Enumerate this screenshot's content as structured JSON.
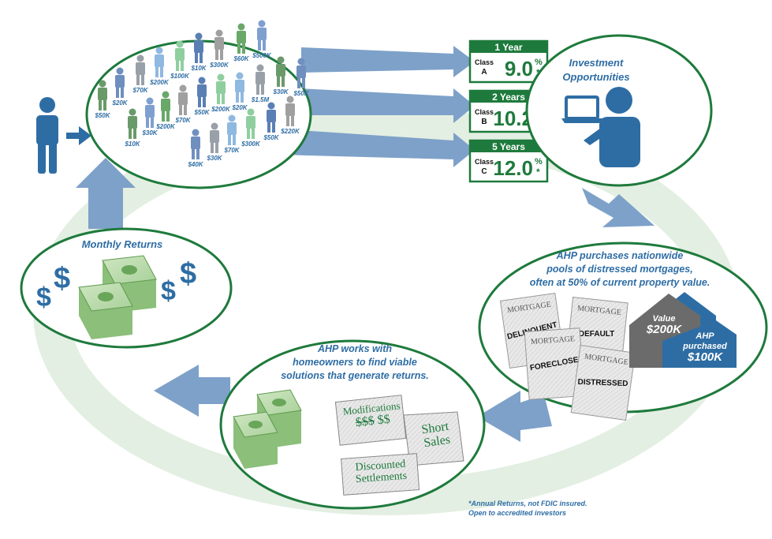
{
  "investors": {
    "amounts": [
      "$50K",
      "$20K",
      "$70K",
      "$200K",
      "$100K",
      "$10K",
      "$300K",
      "$60K",
      "$500K",
      "$30K",
      "$50K",
      "$1.5M",
      "$20K",
      "$200K",
      "$50K",
      "$70K",
      "$200K",
      "$30K",
      "$10K",
      "$40K",
      "$30K",
      "$70K",
      "$300K",
      "$50K",
      "$220K"
    ]
  },
  "classes": [
    {
      "term": "1 Year",
      "class_word": "Class",
      "letter": "A",
      "rate": "9.0",
      "unit": "%",
      "asterisk": "*"
    },
    {
      "term": "2 Years",
      "class_word": "Class",
      "letter": "B",
      "rate": "10.2",
      "unit": "%",
      "asterisk": "*"
    },
    {
      "term": "5 Years",
      "class_word": "Class",
      "letter": "C",
      "rate": "12.0",
      "unit": "%",
      "asterisk": "*"
    }
  ],
  "investment": {
    "line1": "Investment",
    "line2": "Opportunities"
  },
  "purchase": {
    "line1": "AHP purchases nationwide",
    "line2": "pools of distressed mortgages,",
    "line3": "often at 50% of current property value.",
    "docs": [
      {
        "header": "MORTGAGE",
        "stamp": "DELINQUENT"
      },
      {
        "header": "MORTGAGE",
        "stamp": "DEFAULT"
      },
      {
        "header": "MORTGAGE",
        "stamp": "FORECLOSE"
      },
      {
        "header": "MORTGAGE",
        "stamp": "DISTRESSED"
      }
    ],
    "value_label": "Value",
    "value_amount": "$200K",
    "ahp_label1": "AHP",
    "ahp_label2": "purchased",
    "ahp_amount": "$100K"
  },
  "works": {
    "line1": "AHP works with",
    "line2": "homeowners to find viable",
    "line3": "solutions that generate returns.",
    "modifications": "Modifications",
    "mod_symbols_old": "$$$",
    "mod_symbols_new": "$$",
    "short_sales_1": "Short",
    "short_sales_2": "Sales",
    "discounted_1": "Discounted",
    "discounted_2": "Settlements"
  },
  "monthly": {
    "title": "Monthly Returns",
    "symbol": "$"
  },
  "footnote": {
    "line1": "*Annual Returns, not FDIC insured.",
    "line2": "Open to accredited investors"
  },
  "colors": {
    "blue": "#2e6da4",
    "green": "#1e7a3c",
    "ring": "#e3efe2",
    "arrow": "#7ea1c9"
  }
}
